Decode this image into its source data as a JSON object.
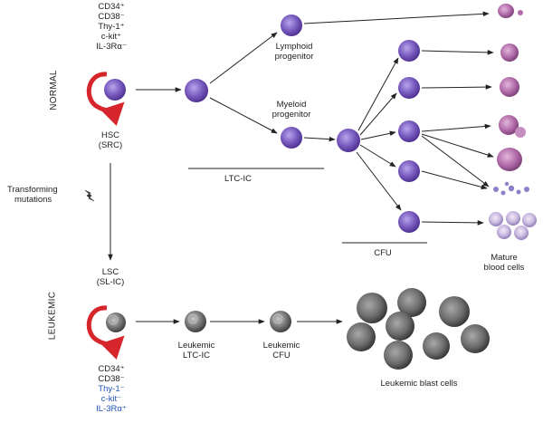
{
  "normal_section": {
    "label": "NORMAL",
    "hsc_markers": [
      "CD34⁺",
      "CD38⁻",
      "Thy-1⁺",
      "c-kit⁺",
      "IL-3Rα⁻"
    ],
    "hsc_label": [
      "HSC",
      "(SRC)"
    ],
    "lymphoid_label": [
      "Lymphoid",
      "progenitor"
    ],
    "myeloid_label": [
      "Myeloid",
      "progenitor"
    ],
    "ltc_ic_label": "LTC-IC",
    "cfu_label": "CFU",
    "mature_label": [
      "Mature",
      "blood cells"
    ]
  },
  "transformation": {
    "label": [
      "Transforming",
      "mutations"
    ]
  },
  "leukemic_section": {
    "label": "LEUKEMIC",
    "lsc_label": [
      "LSC",
      "(SL-IC)"
    ],
    "lsc_markers": [
      "CD34⁺",
      "CD38⁻"
    ],
    "lsc_markers_changed": [
      "Thy-1⁻",
      "c-kit⁻",
      "IL-3Rα⁺"
    ],
    "leukemic_ltc_ic_label": [
      "Leukemic",
      "LTC-IC"
    ],
    "leukemic_cfu_label": [
      "Leukemic",
      "CFU"
    ],
    "blast_label": "Leukemic blast cells"
  },
  "colors": {
    "normal_cell": "#7a5cc0",
    "normal_cell_dark": "#4b2f8e",
    "leukemic_cell": "#6e6e6e",
    "self_renewal_arrow": "#d6262b",
    "changed_markers": "#2255b5"
  }
}
